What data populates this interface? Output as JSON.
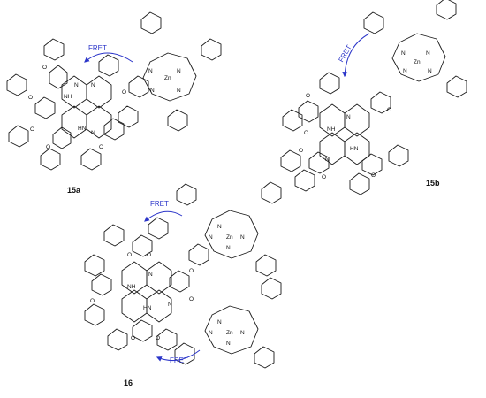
{
  "compounds": [
    {
      "id": "15a",
      "fret_label": "FRET",
      "porphyrin": {
        "metal": "Zn",
        "nitrogen": "N"
      },
      "phthalocyanine": {
        "nitrogen": "N",
        "nh": "NH",
        "hn": "HN"
      },
      "oxygen": "O"
    },
    {
      "id": "15b",
      "fret_label": "FRET",
      "porphyrin": {
        "metal": "Zn",
        "nitrogen": "N"
      },
      "phthalocyanine": {
        "nitrogen": "N",
        "nh": "NH",
        "hn": "HN"
      },
      "oxygen": "O"
    },
    {
      "id": "16",
      "fret_label_top": "FRET",
      "fret_label_bottom": "FRET",
      "porphyrin": {
        "metal": "Zn",
        "nitrogen": "N"
      },
      "phthalocyanine": {
        "nitrogen": "N",
        "nh": "NH",
        "hn": "HN"
      },
      "oxygen": "O"
    }
  ],
  "colors": {
    "bond": "#1a1a1a",
    "fret_arrow": "#2b35c9"
  }
}
